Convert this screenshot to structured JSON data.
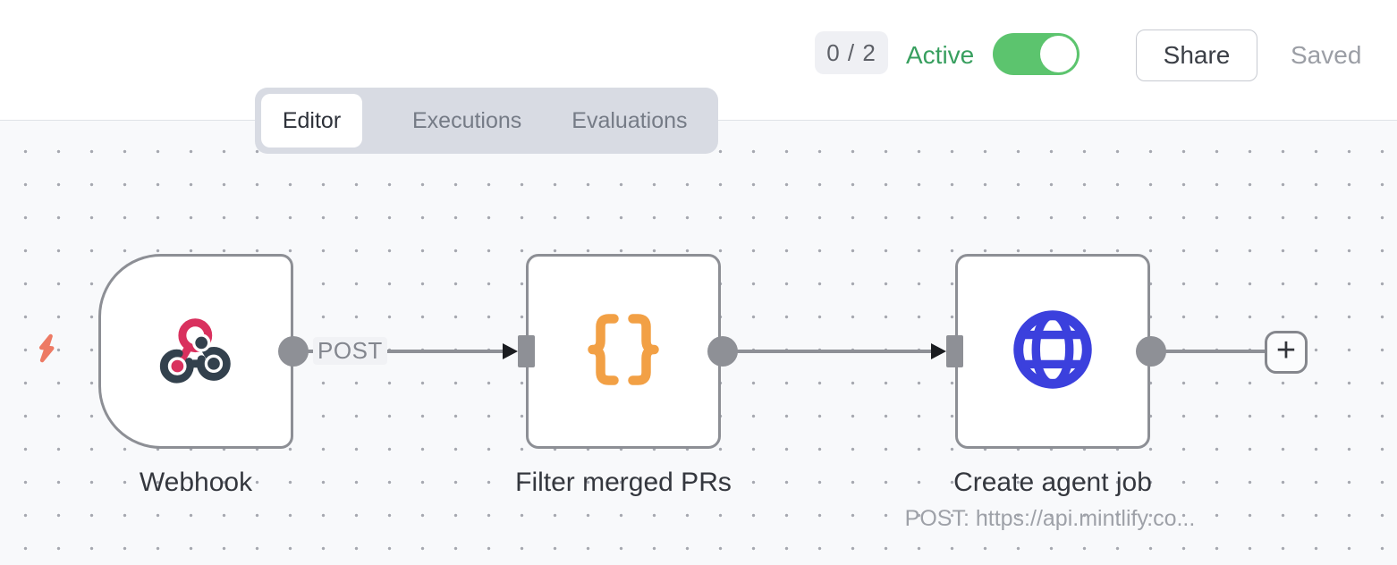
{
  "header": {
    "issues_badge": "0 / 2",
    "active_label": "Active",
    "toggle_on": true,
    "share_label": "Share",
    "saved_label": "Saved"
  },
  "tabs": [
    {
      "label": "Editor",
      "active": true
    },
    {
      "label": "Executions",
      "active": false
    },
    {
      "label": "Evaluations",
      "active": false
    }
  ],
  "workflow": {
    "nodes": [
      {
        "id": "webhook",
        "type": "trigger",
        "label": "Webhook",
        "icon": "webhook-icon"
      },
      {
        "id": "filter-merged-prs",
        "type": "code",
        "label": "Filter merged PRs",
        "icon": "braces-icon"
      },
      {
        "id": "create-agent-job",
        "type": "http-request",
        "label": "Create agent job",
        "sublabel": "POST: https://api.mintlify.co...",
        "icon": "globe-icon"
      }
    ],
    "connections": [
      {
        "from": "webhook",
        "to": "filter-merged-prs",
        "label": "POST"
      },
      {
        "from": "filter-merged-prs",
        "to": "create-agent-job",
        "label": ""
      }
    ],
    "add_node_label": "+"
  },
  "colors": {
    "active_green": "#389f5f",
    "toggle_green": "#5cc46e",
    "canvas_bg": "#f8f9fb",
    "tabbar_bg": "#d8dbe3",
    "node_border": "#8d8f95",
    "connector_gray": "#8e9096",
    "webhook_pink": "#d9315e",
    "webhook_slate": "#33414d",
    "braces_orange": "#f2a045",
    "globe_blue": "#3b40dd",
    "bolt_coral": "#ed7a64"
  }
}
